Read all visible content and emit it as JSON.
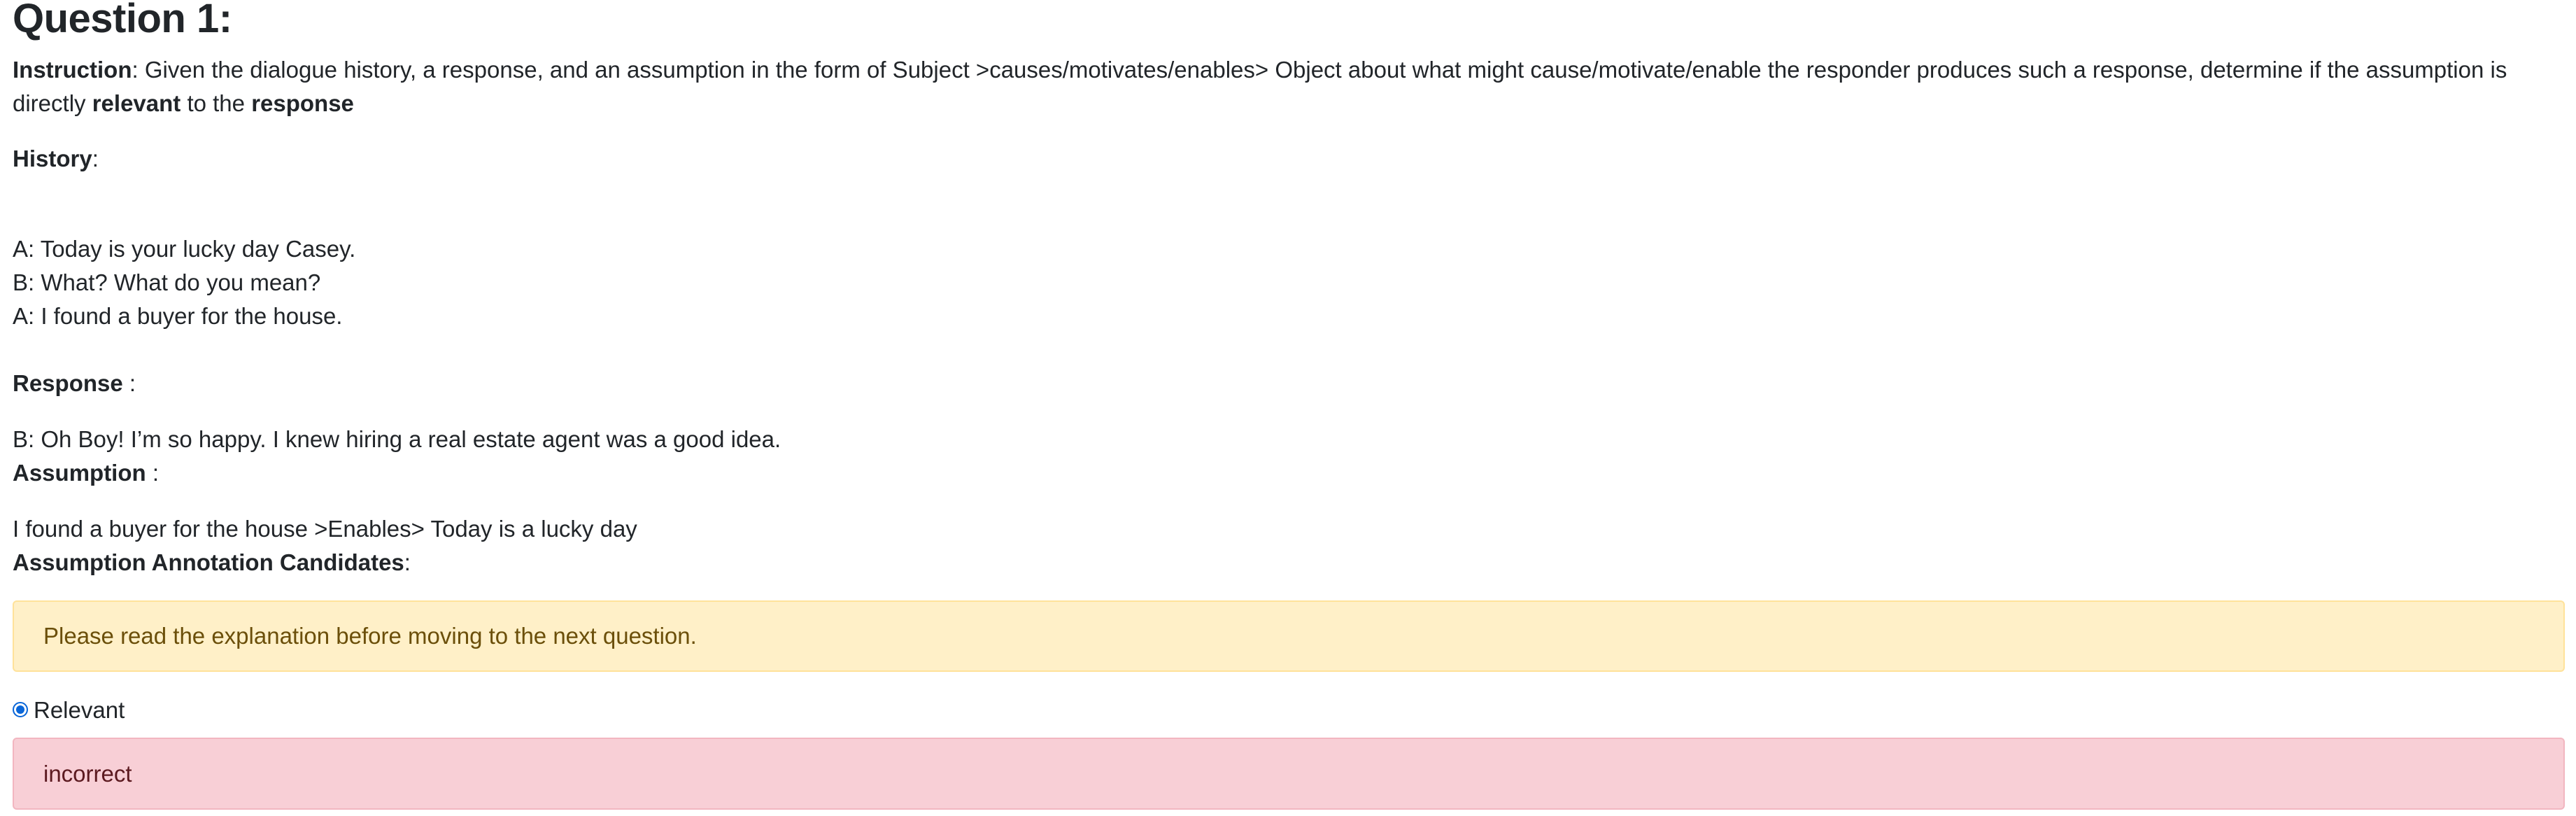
{
  "question": {
    "title": "Question 1:"
  },
  "instruction": {
    "label": "Instruction",
    "text_part1": ": Given the dialogue history, a response, and an assumption in the form of Subject >causes/motivates/enables> Object about what might cause/motivate/enable the responder produces such a response, determine if the assumption is directly ",
    "bold_relevant": "relevant",
    "text_part2": " to the ",
    "bold_response": "response"
  },
  "history": {
    "label": "History",
    "colon": ":",
    "lines": [
      "A: Today is your lucky day Casey.",
      "B: What? What do you mean?",
      "A: I found a buyer for the house."
    ]
  },
  "response": {
    "label": "Response",
    "colon": " :",
    "text": "B: Oh Boy! I’m so happy. I knew hiring a real estate agent was a good idea."
  },
  "assumption": {
    "label": "Assumption",
    "colon": " :",
    "text": "I found a buyer for the house >Enables> Today is a lucky day"
  },
  "candidates": {
    "label": "Assumption Annotation Candidates",
    "colon": ":"
  },
  "notice": {
    "text": "Please read the explanation before moving to the next question."
  },
  "option": {
    "label": "Relevant",
    "selected": "true"
  },
  "feedback": {
    "text": "incorrect"
  },
  "colors": {
    "warning_bg": "#fff0c8",
    "danger_bg": "#f8cfd6",
    "radio_accent": "#0a66d8"
  }
}
